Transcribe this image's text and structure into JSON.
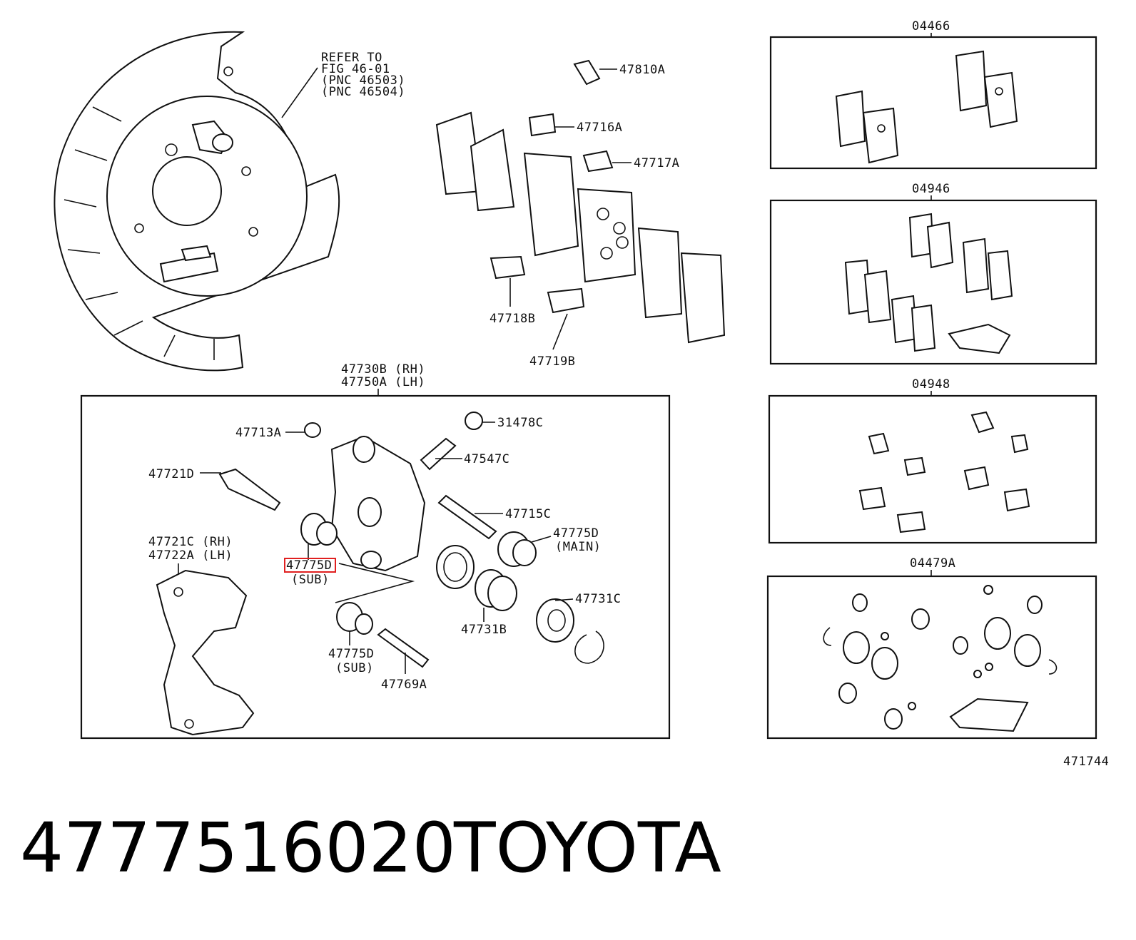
{
  "refer_note": [
    "REFER TO",
    "FIG 46-01",
    "(PNC 46503)",
    "(PNC 46504)"
  ],
  "labels": {
    "p47810A": "47810A",
    "p47716A": "47716A",
    "p47717A": "47717A",
    "p47718B": "47718B",
    "p47719B": "47719B",
    "caliper_title_rh": "47730B (RH)",
    "caliper_title_lh": "47750A (LH)",
    "p47713A": "47713A",
    "p31478C": "31478C",
    "p47547C": "47547C",
    "p47721D": "47721D",
    "p47715C": "47715C",
    "p47775D_main": "47775D",
    "main_note": "(MAIN)",
    "p47721C_rh": "47721C (RH)",
    "p47722A_lh": "47722A (LH)",
    "p47775D_highlight": "47775D",
    "sub_note_1": "(SUB)",
    "p47731C": "47731C",
    "p47731B": "47731B",
    "p47775D_sub": "47775D",
    "sub_note_2": "(SUB)",
    "p47769A": "47769A",
    "kit_04466": "04466",
    "kit_04946": "04946",
    "kit_04948": "04948",
    "kit_04479A": "04479A",
    "figure_code": "471744"
  },
  "footer": {
    "part_number": "4777516020",
    "brand": "TOYOTA"
  },
  "colors": {
    "line": "#111111",
    "highlight": "#e02020",
    "background": "#ffffff"
  }
}
